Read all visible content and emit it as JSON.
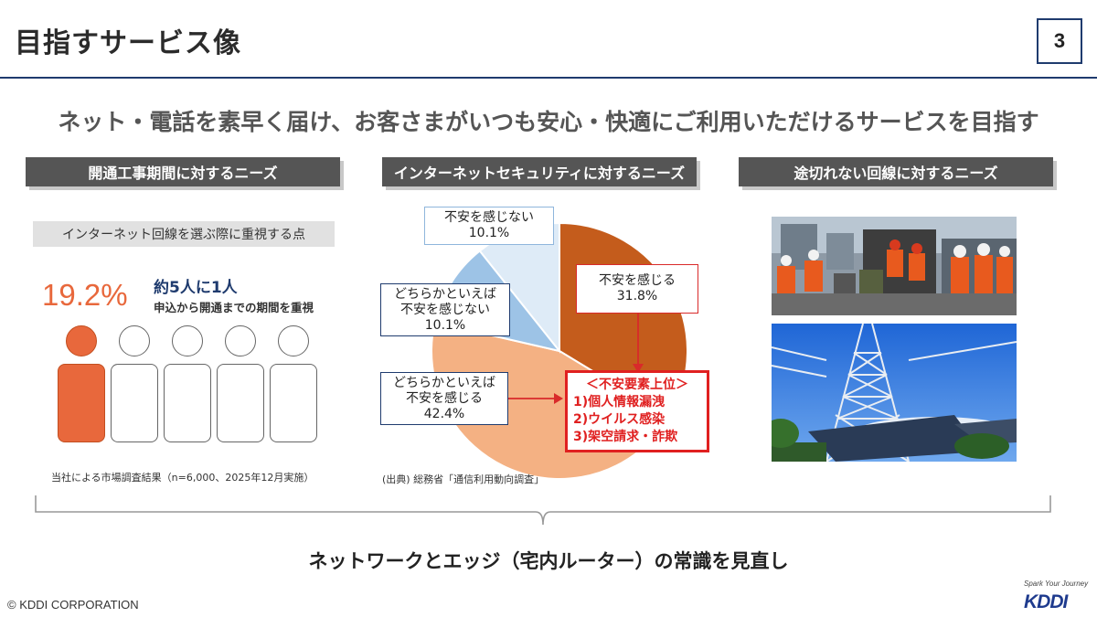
{
  "header": {
    "title": "目指すサービス像",
    "page_number": "3"
  },
  "subtitle": "ネット・電話を素早く届け、お客さまがいつも安心・快適にご利用いただけるサービスを目指す",
  "sections": {
    "installation": {
      "header": "開通工事期間に対するニーズ",
      "label": "インターネット回線を選ぶ際に重視する点",
      "percent": "19.2%",
      "one_in_five": "約5人に1人",
      "priority_text": "申込から開通までの期間を重視",
      "survey_note": "当社による市場調査結果（n=6,000、2025年12月実施）",
      "people_total": 5,
      "people_highlighted": 1
    },
    "security": {
      "header": "インターネットセキュリティに対するニーズ",
      "source_note": "(出典) 総務省「通信利用動向調査」",
      "concerns": {
        "title": "＜不安要素上位＞",
        "items": [
          "1)個人情報漏洩",
          "2)ウイルス感染",
          "3)架空請求・詐欺"
        ]
      }
    },
    "reliable": {
      "header": "途切れない回線に対するニーズ"
    }
  },
  "chart_data": {
    "type": "pie",
    "slices": [
      {
        "label": "不安を感じる",
        "value": 31.8,
        "display": "31.8%",
        "color": "#c45c1c"
      },
      {
        "label": "どちらかといえば\n不安を感じる",
        "value": 42.4,
        "display": "42.4%",
        "color": "#f4b183"
      },
      {
        "label": "どちらかといえば\n不安を感じない",
        "value": 10.1,
        "display": "10.1%",
        "color": "#9dc3e6"
      },
      {
        "label": "不安を感じない",
        "value": 10.1,
        "display": "10.1%",
        "color": "#deebf7"
      }
    ]
  },
  "conclusion": "ネットワークとエッジ（宅内ルーター）の常識を見直し",
  "footer": {
    "copyright": "© KDDI CORPORATION",
    "tagline": "Spark Your Journey",
    "logo_text": "KDDI"
  },
  "colors": {
    "accent_navy": "#1f3b6e",
    "accent_orange": "#e8683c",
    "alert_red": "#e02020"
  }
}
